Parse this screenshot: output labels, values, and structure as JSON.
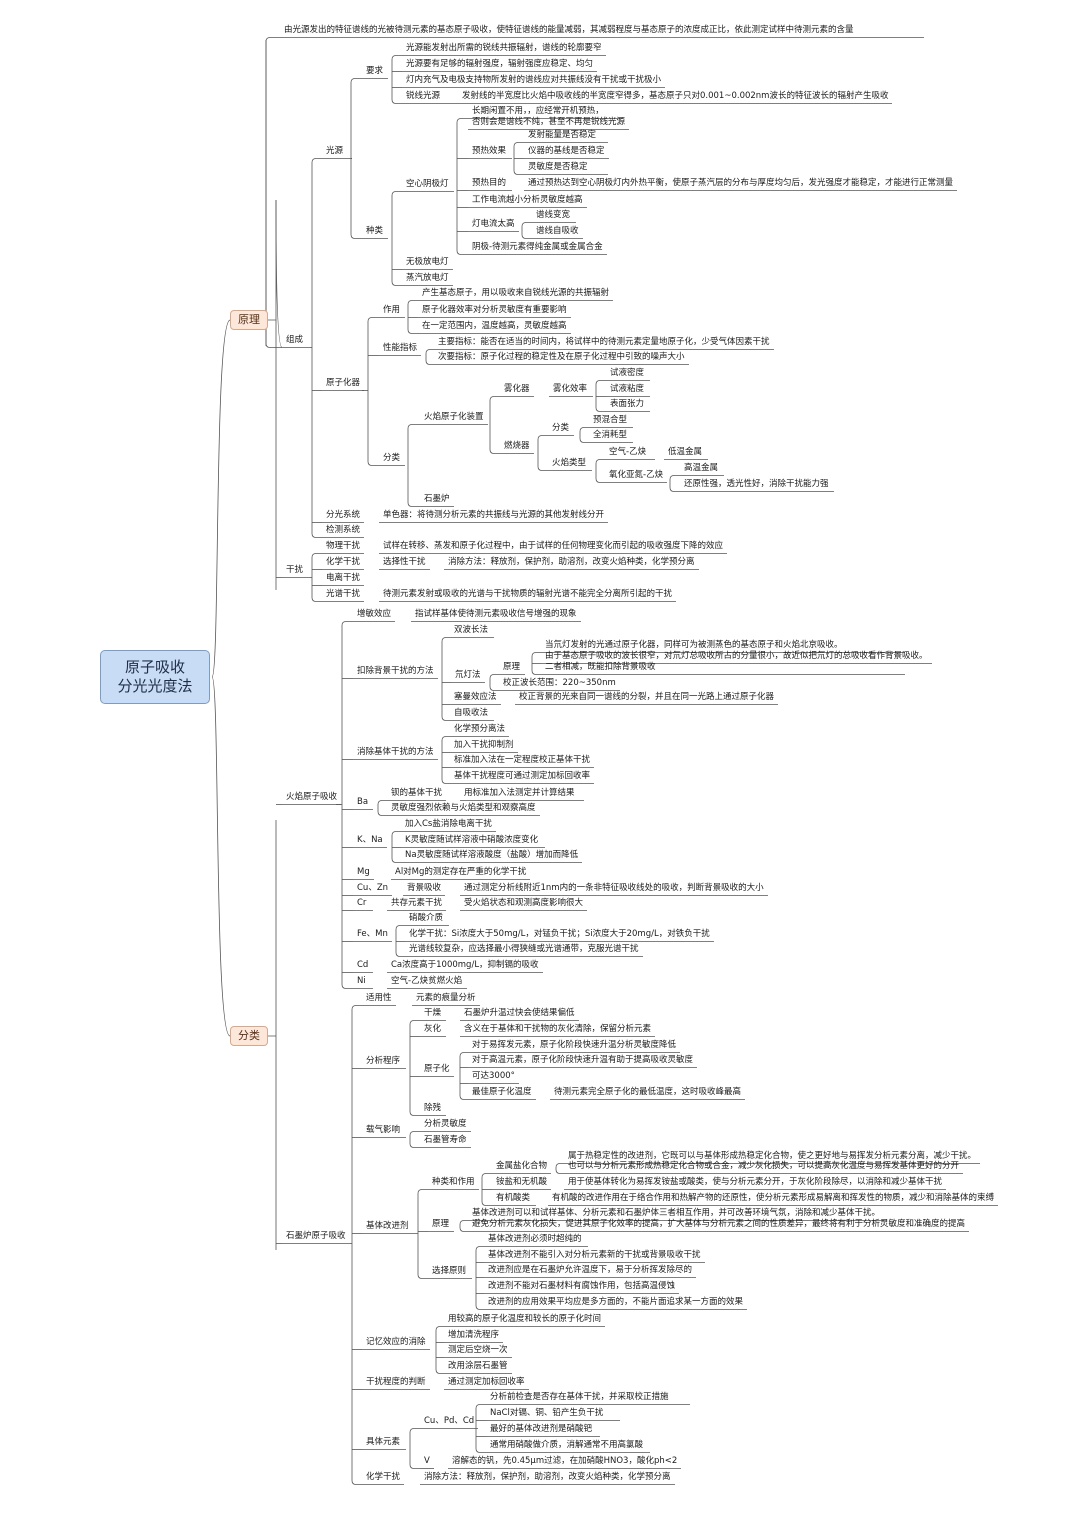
{
  "root": {
    "line1": "原子吸收",
    "line2": "分光光度法"
  },
  "branches": {
    "principle": "原理",
    "classification": "分类"
  },
  "nodes": [
    {
      "id": "p_def",
      "text": "由光源发出的特征谱线的光被待测元素的基态原子吸收，使特征谱线的能量减弱，其减弱程度与基态原子的浓度成正比，依此测定试样中待测元素的含量"
    },
    {
      "id": "zucheng",
      "text": "组成"
    },
    {
      "id": "guangyuan",
      "text": "光源"
    },
    {
      "id": "yaoqiu",
      "text": "要求"
    },
    {
      "id": "yq1",
      "text": "光源能发射出所需的锐线共振辐射，谱线的轮廓要窄"
    },
    {
      "id": "yq2",
      "text": "光源要有足够的辐射强度，辐射强度应稳定、均匀"
    },
    {
      "id": "yq3",
      "text": "灯内充气及电极支持物所发射的谱线应对共振线没有干扰或干扰极小"
    },
    {
      "id": "ruixian",
      "text": "锐线光源"
    },
    {
      "id": "ruixian_d",
      "text": "发射线的半宽度比火焰中吸收线的半宽度窄得多，基态原子只对0.001~0.002nm波长的特征波长的辐射产生吸收"
    },
    {
      "id": "zhonglei",
      "text": "种类"
    },
    {
      "id": "kongxin",
      "text": "空心阴极灯"
    },
    {
      "id": "kx1a",
      "text": "长期闲置不用，，应经常开机预热，"
    },
    {
      "id": "kx1b",
      "text": "否则会是谱线不纯，甚至不再是锐线光源"
    },
    {
      "id": "yrxg",
      "text": "预热效果"
    },
    {
      "id": "yr1",
      "text": "发射能量是否稳定"
    },
    {
      "id": "yr2",
      "text": "仪器的基线是否稳定"
    },
    {
      "id": "yr3",
      "text": "灵敏度是否稳定"
    },
    {
      "id": "yrmd",
      "text": "预热目的"
    },
    {
      "id": "yrmd_d",
      "text": "通过预热达到空心阴极灯内外热平衡，使原子蒸汽层的分布与厚度均匀后，发光强度才能稳定，才能进行正常测量"
    },
    {
      "id": "gzdl",
      "text": "工作电流越小分析灵敏度越高"
    },
    {
      "id": "dlgd",
      "text": "灯电流太高"
    },
    {
      "id": "dl1",
      "text": "谱线变宽"
    },
    {
      "id": "dl2",
      "text": "谱线自吸收"
    },
    {
      "id": "yinji",
      "text": "阴极-待测元素得纯金属或金属合金"
    },
    {
      "id": "wuji",
      "text": "无极放电灯"
    },
    {
      "id": "zhengqi",
      "text": "蒸汽放电灯"
    },
    {
      "id": "yzhq",
      "text": "原子化器"
    },
    {
      "id": "zuoyong",
      "text": "作用"
    },
    {
      "id": "zy1",
      "text": "产生基态原子，用以吸收来自锐线光源的共振辐射"
    },
    {
      "id": "zy2",
      "text": "原子化器效率对分析灵敏度有重要影响"
    },
    {
      "id": "zy3",
      "text": "在一定范围内，温度越高，灵敏度越高"
    },
    {
      "id": "xnzb",
      "text": "性能指标"
    },
    {
      "id": "xn1",
      "text": "主要指标：能否在适当的时间内，将试样中的待测元素定量地原子化，少受气体因素干扰"
    },
    {
      "id": "xn2",
      "text": "次要指标：原子化过程的稳定性及在原子化过程中引致的噪声大小"
    },
    {
      "id": "fenlei_a",
      "text": "分类"
    },
    {
      "id": "hyzz",
      "text": "火焰原子化装置"
    },
    {
      "id": "wuhua",
      "text": "雾化器"
    },
    {
      "id": "whxl",
      "text": "雾化效率"
    },
    {
      "id": "wh1",
      "text": "试液密度"
    },
    {
      "id": "wh2",
      "text": "试液粘度"
    },
    {
      "id": "wh3",
      "text": "表面张力"
    },
    {
      "id": "rsq",
      "text": "燃烧器"
    },
    {
      "id": "rs_fl",
      "text": "分类"
    },
    {
      "id": "rs_fl1",
      "text": "预混合型"
    },
    {
      "id": "rs_fl2",
      "text": "全消耗型"
    },
    {
      "id": "hylx",
      "text": "火焰类型"
    },
    {
      "id": "kqyq",
      "text": "空气-乙炔"
    },
    {
      "id": "dwjs",
      "text": "低温金属"
    },
    {
      "id": "yhyd",
      "text": "氧化亚氮-乙炔"
    },
    {
      "id": "gwjs",
      "text": "高温金属"
    },
    {
      "id": "hyx",
      "text": "还原性强，透光性好，消除干扰能力强"
    },
    {
      "id": "smdl",
      "text": "石墨炉"
    },
    {
      "id": "fgxt",
      "text": "分光系统"
    },
    {
      "id": "fgxt_d",
      "text": "单色器：将待测分析元素的共振线与光源的其他发射线分开"
    },
    {
      "id": "jcxt",
      "text": "检测系统"
    },
    {
      "id": "ganrao",
      "text": "干扰"
    },
    {
      "id": "wlgr",
      "text": "物理干扰"
    },
    {
      "id": "wlgr_d",
      "text": "试样在转移、蒸发和原子化过程中，由于试样的任何物理变化而引起的吸收强度下降的效应"
    },
    {
      "id": "hxgr",
      "text": "化学干扰"
    },
    {
      "id": "xzxgr",
      "text": "选择性干扰"
    },
    {
      "id": "xzxgr_d",
      "text": "消除方法：释放剂，保护剂，助溶剂，改变火焰种类，化学预分离"
    },
    {
      "id": "dlgr",
      "text": "电离干扰"
    },
    {
      "id": "gpgr",
      "text": "光谱干扰"
    },
    {
      "id": "gpgr_d",
      "text": "待测元素发射或吸收的光谱与干扰物质的辐射光谱不能完全分离所引起的干扰"
    },
    {
      "id": "hyyz",
      "text": "火焰原子吸收"
    },
    {
      "id": "zmxy",
      "text": "增敏效应"
    },
    {
      "id": "zmxy_d",
      "text": "指试样基体使待测元素吸收信号增强的现象"
    },
    {
      "id": "kcbj",
      "text": "扣除背景干扰的方法"
    },
    {
      "id": "sbcx",
      "text": "双波长法"
    },
    {
      "id": "qdf",
      "text": "氘灯法"
    },
    {
      "id": "qd_yl",
      "text": "原理"
    },
    {
      "id": "qd1",
      "text": "当氘灯发射的光通过原子化器，同样可为被测蒸色的基态原子和火焰北京吸收。"
    },
    {
      "id": "qd2",
      "text": "由于基态原子吸收的波长很窄，对氘灯总吸收所占的分量很小，故近似把氘灯的总吸收看作背景吸收。"
    },
    {
      "id": "qd3",
      "text": "二者相减，既能扣除背景吸收"
    },
    {
      "id": "qd_fw",
      "text": "校正波长范围：220~350nm"
    },
    {
      "id": "smxy",
      "text": "塞曼效应法"
    },
    {
      "id": "smxy_d",
      "text": "校正背景的光来自同一谱线的分裂，并且在同一光路上通过原子化器"
    },
    {
      "id": "zxsf",
      "text": "自吸收法"
    },
    {
      "id": "xcjt",
      "text": "消除基体干扰的方法"
    },
    {
      "id": "xc1",
      "text": "化学预分离法"
    },
    {
      "id": "xc2",
      "text": "加入干扰抑制剂"
    },
    {
      "id": "xc3",
      "text": "标准加入法在一定程度校正基体干扰"
    },
    {
      "id": "xc4",
      "text": "基体干扰程度可通过测定加标回收率"
    },
    {
      "id": "ba",
      "text": "Ba"
    },
    {
      "id": "ba1",
      "text": "钡的基体干扰"
    },
    {
      "id": "ba1_d",
      "text": "用标准加入法测定并计算结果"
    },
    {
      "id": "ba2",
      "text": "灵敏度强烈依赖与火焰类型和观察高度"
    },
    {
      "id": "kna",
      "text": "K、Na"
    },
    {
      "id": "kna1",
      "text": "加入Cs盐消除电离干扰"
    },
    {
      "id": "kna2",
      "text": "K灵敏度随试样溶液中硝酸浓度变化"
    },
    {
      "id": "kna3",
      "text": "Na灵敏度随试样溶液酸度（盐酸）增加而降低"
    },
    {
      "id": "mg",
      "text": "Mg"
    },
    {
      "id": "mg_d",
      "text": "Al对Mg的测定存在严重的化学干扰"
    },
    {
      "id": "cuzn",
      "text": "Cu、Zn"
    },
    {
      "id": "cuzn1",
      "text": "背景吸收"
    },
    {
      "id": "cuzn1_d",
      "text": "通过测定分析线附近1nm内的一条非特征吸收线处的吸收，判断背景吸收的大小"
    },
    {
      "id": "cr",
      "text": "Cr"
    },
    {
      "id": "cr1",
      "text": "共存元素干扰"
    },
    {
      "id": "cr1_d",
      "text": "受火焰状态和观测高度影响很大"
    },
    {
      "id": "femn",
      "text": "Fe、Mn"
    },
    {
      "id": "fm1",
      "text": "硝酸介质"
    },
    {
      "id": "fm2",
      "text": "化学干扰：Si浓度大于50mg/L，对锰负干扰；Si浓度大于20mg/L，对铁负干扰"
    },
    {
      "id": "fm3",
      "text": "光谱线较复杂，应选择最小得狭缝或光谱通带，克服光谱干扰"
    },
    {
      "id": "cd",
      "text": "Cd"
    },
    {
      "id": "cd_d",
      "text": "Ca浓度高于1000mg/L，抑制镉的吸收"
    },
    {
      "id": "ni",
      "text": "Ni"
    },
    {
      "id": "ni_d",
      "text": "空气-乙炔贫燃火焰"
    },
    {
      "id": "smlyz",
      "text": "石墨炉原子吸收"
    },
    {
      "id": "syx",
      "text": "适用性"
    },
    {
      "id": "syx_d",
      "text": "元素的痕量分析"
    },
    {
      "id": "fxcx",
      "text": "分析程序"
    },
    {
      "id": "gz",
      "text": "干燥"
    },
    {
      "id": "gz_d",
      "text": "石墨炉升温过快会使结果偏低"
    },
    {
      "id": "hh",
      "text": "灰化"
    },
    {
      "id": "hh_d",
      "text": "含义在于基体和干扰物的灰化清除，保留分析元素"
    },
    {
      "id": "yzh",
      "text": "原子化"
    },
    {
      "id": "yzh1",
      "text": "对于易挥发元素，原子化阶段快速升温分析灵敏度降低"
    },
    {
      "id": "yzh2",
      "text": "对于高温元素，原子化阶段快速升温有助于提高吸收灵敏度"
    },
    {
      "id": "yzh3",
      "text": "可达3000°"
    },
    {
      "id": "yzh4",
      "text": "最佳原子化温度"
    },
    {
      "id": "yzh4_d",
      "text": "待测元素完全原子化的最低温度，这时吸收峰最高"
    },
    {
      "id": "cx",
      "text": "除残"
    },
    {
      "id": "zqyx",
      "text": "载气影响"
    },
    {
      "id": "zq1",
      "text": "分析灵敏度"
    },
    {
      "id": "zq2",
      "text": "石墨管寿命"
    },
    {
      "id": "jtgj",
      "text": "基体改进剂"
    },
    {
      "id": "zlzy",
      "text": "种类和作用"
    },
    {
      "id": "jsyh",
      "text": "金属盐化合物"
    },
    {
      "id": "jsyh1",
      "text": "属于热稳定性的改进剂，它既可以与基体形成热稳定化合物，使之更好地与易挥发分析元素分离，减少干扰。"
    },
    {
      "id": "jsyh2",
      "text": "也可以与分析元素形成热稳定化合物或合金，减少灰化损失，可以提高灰化温度与易挥发基体更好的分开"
    },
    {
      "id": "ay",
      "text": "铵盐和无机酸"
    },
    {
      "id": "ay_d",
      "text": "用于使基体转化为易挥发铵盐或酸类，使与分析元素分开，于灰化阶段除尽，以消除和减少基体干扰"
    },
    {
      "id": "yjs",
      "text": "有机酸类"
    },
    {
      "id": "yjs_d",
      "text": "有机酸的改进作用在于络合作用和热解产物的还原性，使分析元素形成易解离和挥发性的物质，减少和消除基体的束缚"
    },
    {
      "id": "jt_yl",
      "text": "原理"
    },
    {
      "id": "jt_yl1",
      "text": "基体改进剂可以和试样基体、分析元素和石墨炉体三者相互作用，并可改善环境气氛，消除和减少基体干扰。"
    },
    {
      "id": "jt_yl2",
      "text": "避免分析元素灰化损失，促进其原子化效率的提高，扩大基体与分析元素之间的性质差异，最终将有利于分析灵敏度和准确度的提高"
    },
    {
      "id": "xzyz",
      "text": "选择原则"
    },
    {
      "id": "xz1",
      "text": "基体改进剂必须时超纯的"
    },
    {
      "id": "xz2",
      "text": "基体改进剂不能引入对分析元素新的干扰或背景吸收干扰"
    },
    {
      "id": "xz3",
      "text": "改进剂应是在石墨炉允许温度下，易于分析挥发除尽的"
    },
    {
      "id": "xz4",
      "text": "改进剂不能对石墨材料有腐蚀作用，包括高温侵蚀"
    },
    {
      "id": "xz5",
      "text": "改进剂的应用效果平均应是多方面的，不能片面追求某一方面的效果"
    },
    {
      "id": "jyxy",
      "text": "记忆效应的消除"
    },
    {
      "id": "jy1",
      "text": "用较高的原子化温度和较长的原子化时间"
    },
    {
      "id": "jy2",
      "text": "增加清洗程序"
    },
    {
      "id": "jy3",
      "text": "测定后空烧一次"
    },
    {
      "id": "jy4",
      "text": "改用涂层石墨管"
    },
    {
      "id": "grcd",
      "text": "干扰程度的判断"
    },
    {
      "id": "grcd_d",
      "text": "通过测定加标回收率"
    },
    {
      "id": "jtys",
      "text": "具体元素"
    },
    {
      "id": "cupdcd",
      "text": "Cu、Pd、Cd"
    },
    {
      "id": "cp1",
      "text": "分析前检查是否存在基体干扰，并采取校正措施"
    },
    {
      "id": "cp2",
      "text": "NaCl对镉、铜、铅产生负干扰"
    },
    {
      "id": "cp3",
      "text": "最好的基体改进剂是硝酸钯"
    },
    {
      "id": "cp4",
      "text": "通常用硝酸做介质，消解通常不用高氯酸"
    },
    {
      "id": "v",
      "text": "V"
    },
    {
      "id": "v_d",
      "text": "溶解态的钒，先0.45μm过滤，在加硝酸HNO3，酸化ph<2"
    },
    {
      "id": "hxgr2",
      "text": "化学干扰"
    },
    {
      "id": "hxgr2_d",
      "text": "消除方法：释放剂，保护剂，助溶剂，改变火焰种类，化学预分离"
    }
  ]
}
